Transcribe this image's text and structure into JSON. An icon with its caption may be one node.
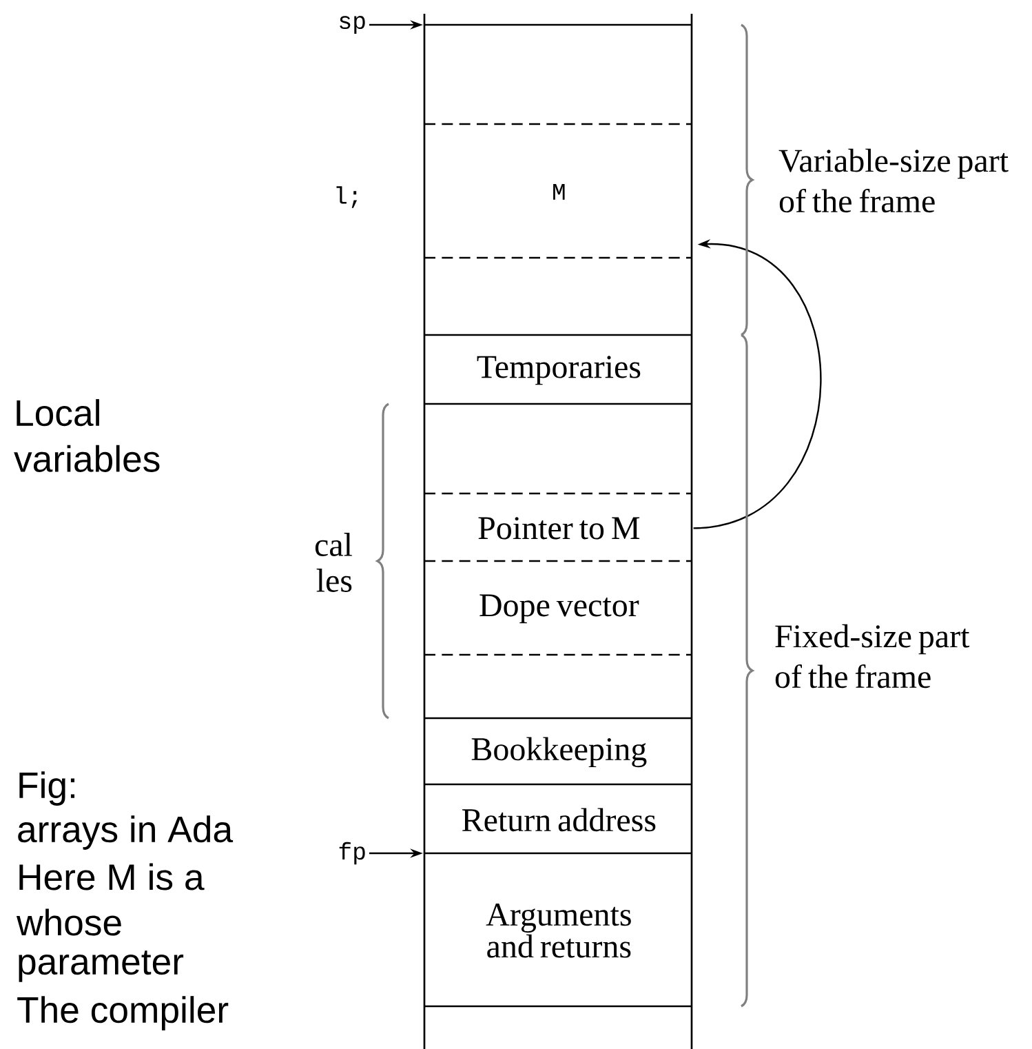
{
  "diagram": {
    "nodes": [
      {
        "text": [
          "sp"
        ]
      },
      {
        "text": [],
        "shape": "box"
      },
      {
        "text": [
          "M"
        ]
      },
      {
        "text": [],
        "shape": "box"
      },
      {
        "text": [
          "Temporaries"
        ]
      },
      {
        "text": [],
        "shape": "box"
      },
      {
        "text": [
          "Pointer to M"
        ]
      },
      {
        "text": [
          "Dope vector"
        ]
      },
      {
        "text": [],
        "shape": "box"
      },
      {
        "text": [
          "Bookkeeping"
        ]
      },
      {
        "text": [
          "Return address"
        ]
      },
      {
        "text": [
          "fp"
        ]
      },
      {
        "text": [
          "Arguments and returns"
        ]
      },
      {
        "text": [],
        "shape": "box"
      }
    ],
    "edges": [
      {
        "from": 0,
        "to": 1,
        "arrow": "to"
      },
      {
        "from": 6,
        "to": 2,
        "arrow": "to"
      },
      {
        "from": 11,
        "to": 12,
        "arrow": "to"
      }
    ],
    "labels": [
      "l;",
      "Variable-size part of the frame",
      "Local variables",
      "cal",
      "les",
      "Fixed-size part of the frame",
      "Fig:",
      "arrays in Ada",
      "Here M is a",
      "whose",
      "parameter",
      "The compiler"
    ]
  }
}
